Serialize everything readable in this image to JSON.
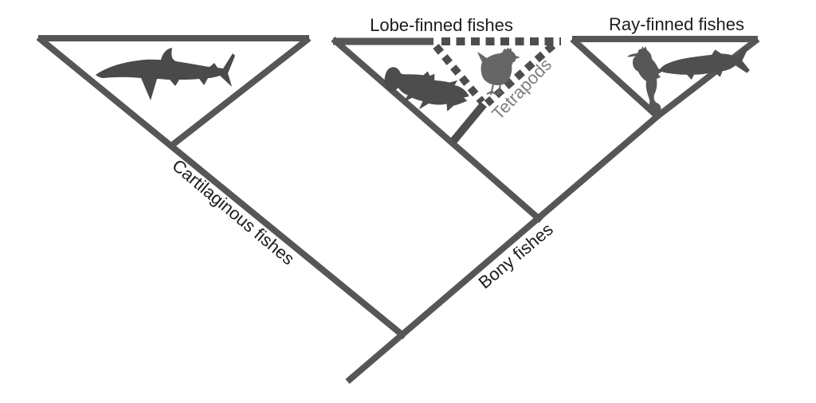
{
  "diagram": {
    "type": "cladogram",
    "subject": "Phylogeny of fishes and tetrapods"
  },
  "colors": {
    "background": "#ffffff",
    "branch": "#565656",
    "dashed_branch": "#4d4d4d",
    "label_text": "#1c1c1c",
    "tetrapods_label_text": "#7f7f7f",
    "shark": "#4a4a4a",
    "coelacanth": "#4d4d4d",
    "chicken": "#666666",
    "seahorse": "#575757",
    "ray_finned_fish": "#4f4f4f"
  },
  "clades": {
    "cartilaginous": {
      "label": "Cartilaginous fishes",
      "animals": [
        "shark"
      ]
    },
    "bony": {
      "label": "Bony fishes"
    },
    "lobe_finned": {
      "label": "Lobe-finned fishes",
      "animals": [
        "coelacanth",
        "chicken"
      ]
    },
    "tetrapods": {
      "label": "Tetrapods",
      "animals": [
        "chicken"
      ],
      "branch_style": "dashed"
    },
    "ray_finned": {
      "label": "Ray-finned fishes",
      "animals": [
        "seahorse",
        "ray-finned fish"
      ]
    }
  },
  "icons": [
    "shark-icon",
    "coelacanth-icon",
    "chicken-icon",
    "seahorse-icon",
    "ray-finned-fish-icon"
  ]
}
